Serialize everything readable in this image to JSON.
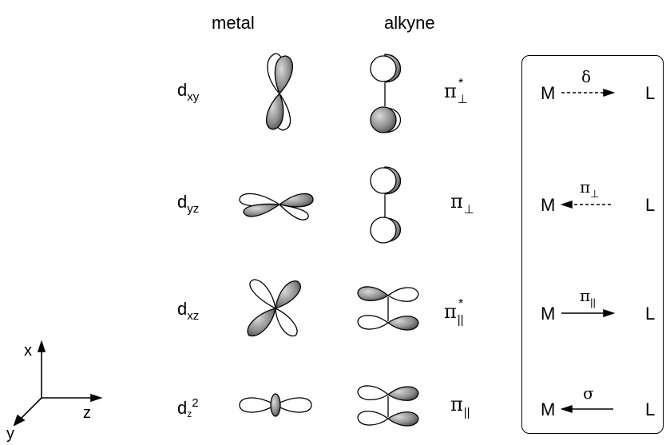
{
  "headers": {
    "metal": "metal",
    "alkyne": "alkyne"
  },
  "rows": [
    {
      "orbital": "d",
      "orbital_sub": "xy",
      "pi_label": "π",
      "pi_sub": "⊥",
      "pi_star": "*",
      "M": "M",
      "L": "L",
      "arrow_label": "δ",
      "arrow_label_sub": "",
      "direction": "M→L",
      "dashed": true
    },
    {
      "orbital": "d",
      "orbital_sub": "yz",
      "pi_label": "π",
      "pi_sub": "⊥",
      "pi_star": "",
      "M": "M",
      "L": "L",
      "arrow_label": "π",
      "arrow_label_sub": "⊥",
      "direction": "L→M",
      "dashed": true
    },
    {
      "orbital": "d",
      "orbital_sub": "xz",
      "pi_label": "π",
      "pi_sub": "||",
      "pi_star": "*",
      "M": "M",
      "L": "L",
      "arrow_label": "π",
      "arrow_label_sub": "||",
      "direction": "M→L",
      "dashed": false
    },
    {
      "orbital": "d",
      "orbital_sub": "z",
      "orbital_sup": "2",
      "pi_label": "π",
      "pi_sub": "||",
      "pi_star": "",
      "M": "M",
      "L": "L",
      "arrow_label": "σ",
      "arrow_label_sub": "",
      "direction": "L→M",
      "dashed": false
    }
  ],
  "axes": {
    "x": "x",
    "y": "y",
    "z": "z"
  },
  "colors": {
    "line": "#000000",
    "shade_dark": "#6e6e6e",
    "shade_light": "#ffffff"
  }
}
